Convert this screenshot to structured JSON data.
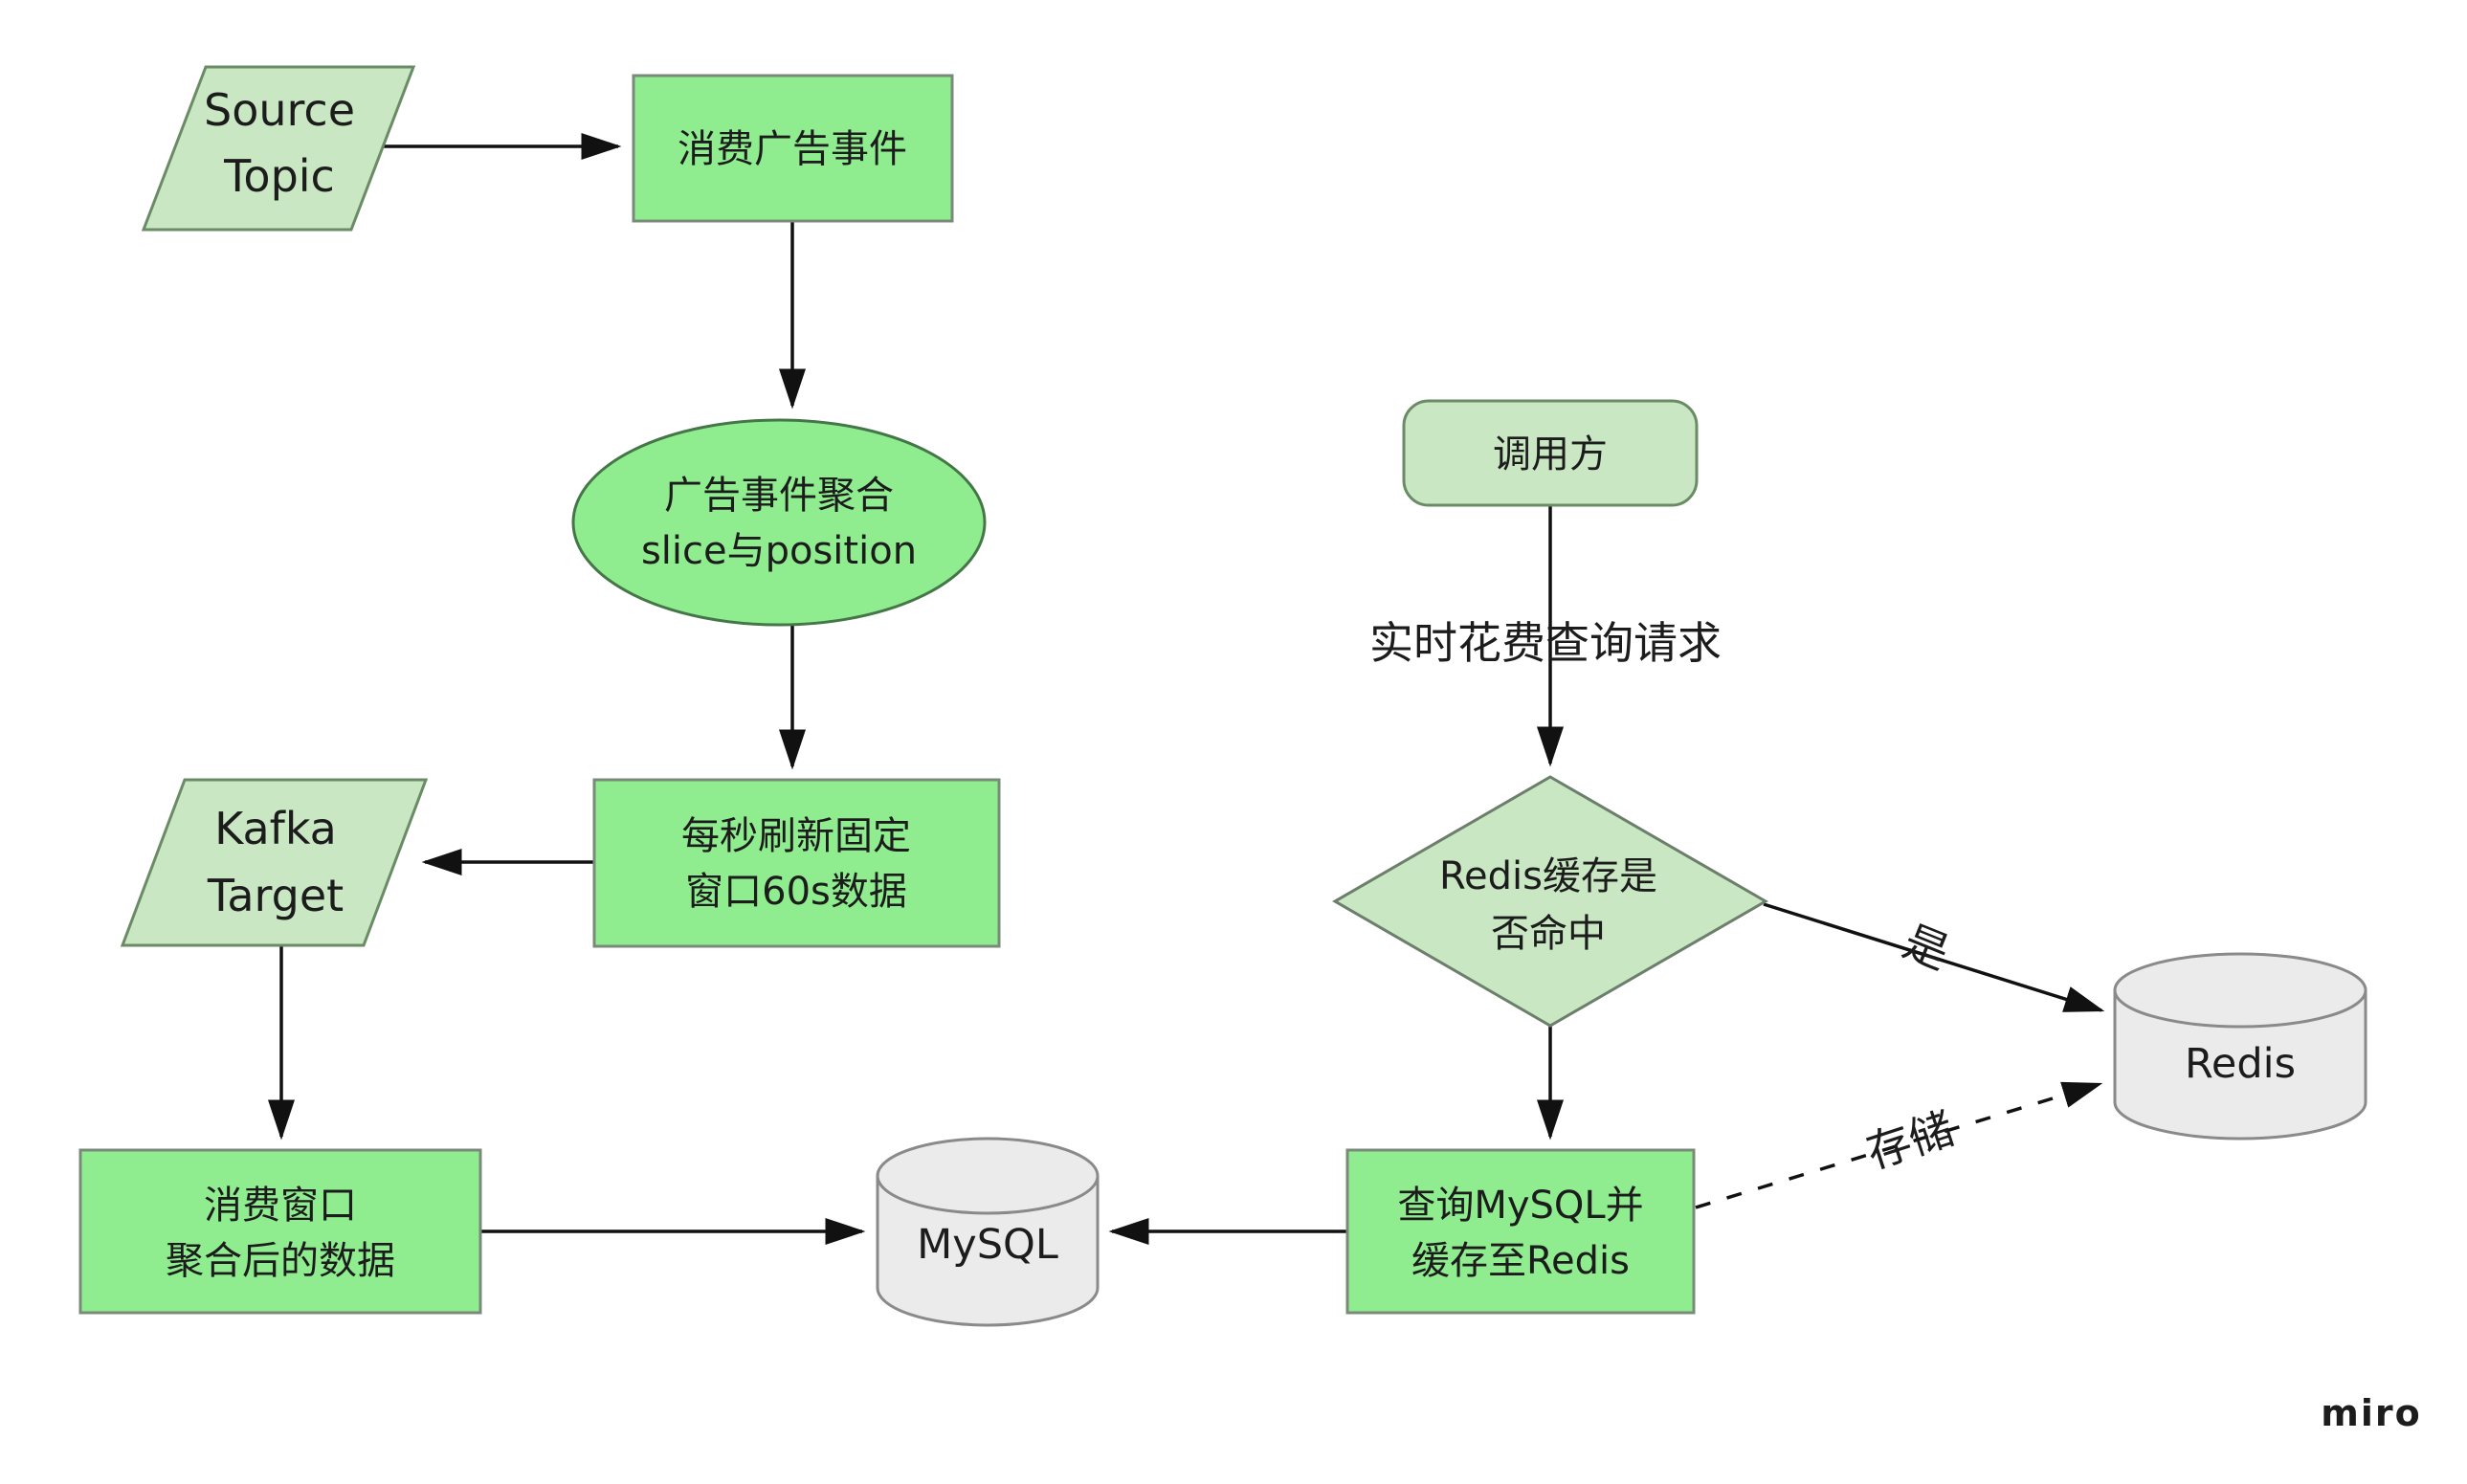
{
  "diagram": {
    "watermark": "miro",
    "colors": {
      "node_green": "#8FED8F",
      "node_green_border": "#7A8A7A",
      "pale_green": "#C8E7C2",
      "pale_green_border": "#6B8A66",
      "ellipse_border": "#447647",
      "diamond_border": "#6B7F6B",
      "db_gray": "#EBEBEB",
      "db_gray_border": "#8A8A8A",
      "line": "#111111",
      "text": "#1C1C1C",
      "watermark_gray": "#C7C8D6"
    },
    "nodes": {
      "source_topic": {
        "type": "parallelogram",
        "line1": "Source",
        "line2": "Topic"
      },
      "consume_events": {
        "type": "rectangle",
        "label": "消费广告事件"
      },
      "aggregate": {
        "type": "ellipse",
        "line1": "广告事件聚合",
        "line2": "slice与position"
      },
      "refresh_window": {
        "type": "rectangle",
        "line1": "每秒刷新固定",
        "line2": "窗口60s数据"
      },
      "kafka_target": {
        "type": "parallelogram",
        "line1": "Kafka",
        "line2": "Target"
      },
      "consume_window": {
        "type": "rectangle",
        "line1": "消费窗口",
        "line2": "聚合后的数据"
      },
      "mysql": {
        "type": "cylinder",
        "label": "MySQL"
      },
      "caller": {
        "type": "rounded-rectangle",
        "label": "调用方"
      },
      "cache_check": {
        "type": "diamond",
        "line1": "Redis缓存是",
        "line2": "否命中"
      },
      "query_mysql": {
        "type": "rectangle",
        "line1": "查询MySQL并",
        "line2": "缓存至Redis"
      },
      "redis": {
        "type": "cylinder",
        "label": "Redis"
      }
    },
    "edge_labels": {
      "realtime_request": "实时花费查询请求",
      "yes": "是",
      "store": "存储"
    }
  }
}
